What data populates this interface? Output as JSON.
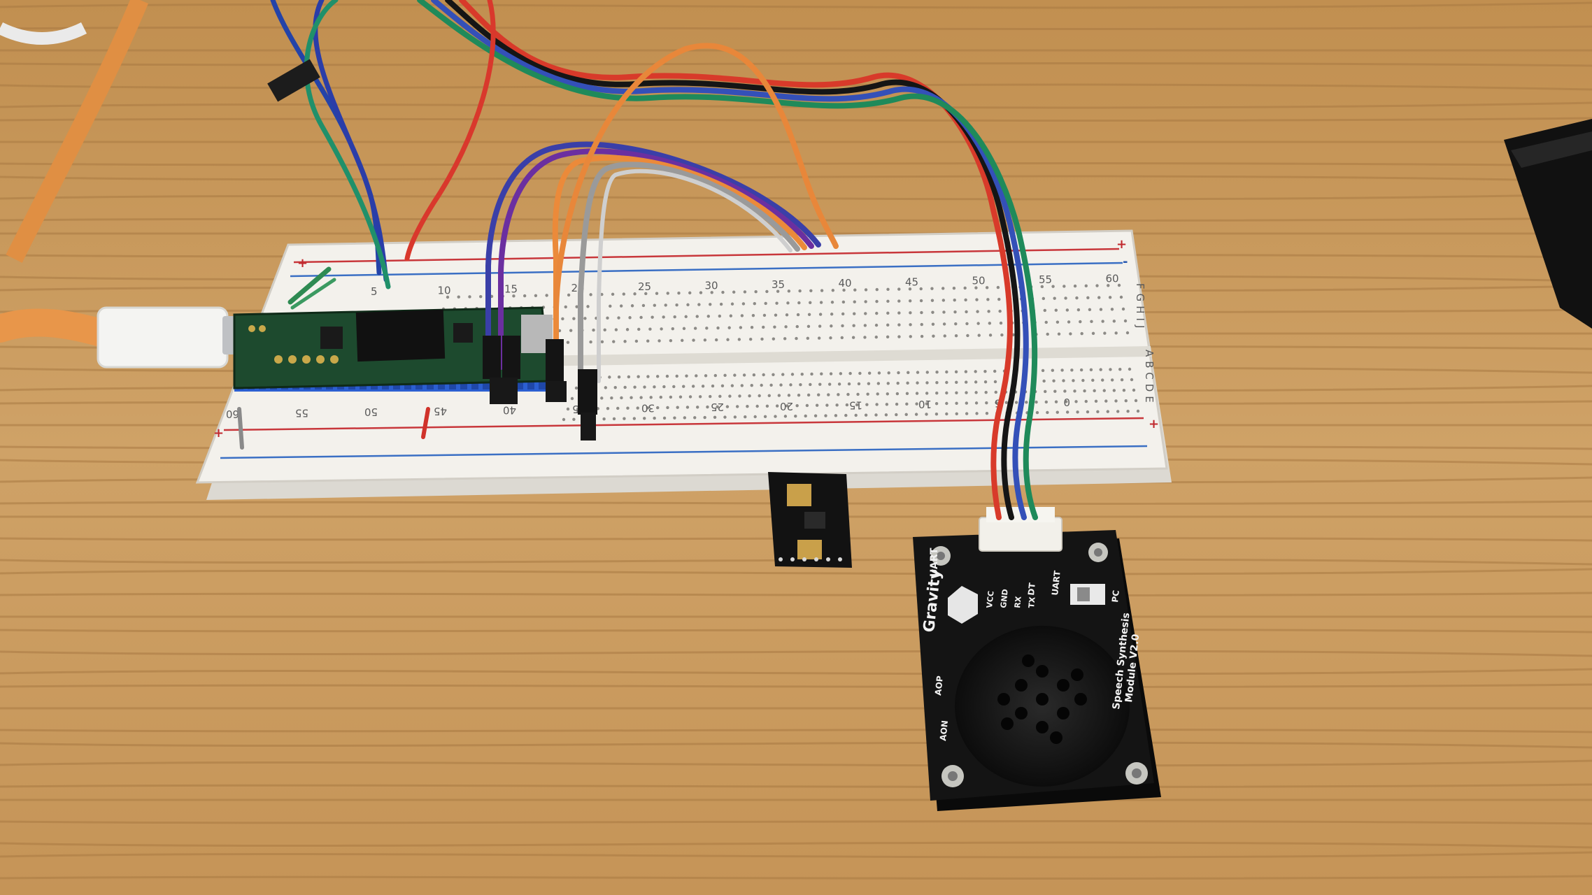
{
  "breadboard": {
    "top_numbers": [
      "5",
      "10",
      "15",
      "20",
      "25",
      "30",
      "35",
      "40",
      "45",
      "50",
      "55",
      "60"
    ],
    "bottom_numbers": [
      "60",
      "55",
      "50",
      "45",
      "40",
      "35",
      "30",
      "25",
      "20",
      "15",
      "10",
      "5",
      "0"
    ],
    "row_letters_top": "FGHIJ",
    "row_letters_bottom": "ABCDE",
    "plus": "+",
    "minus": "-"
  },
  "speech_module": {
    "brand": "Gravity",
    "uart_label": "UART",
    "pins": [
      "VCC",
      "GND",
      "RX",
      "TX"
    ],
    "switch_labels": [
      "DT",
      "PC"
    ],
    "switch_sub": "UART",
    "name_line1": "Speech Synthesis",
    "name_line2": "Module V2.0",
    "audio_labels": [
      "AOP",
      "AON"
    ]
  },
  "colors": {
    "wood": "#c89a5c",
    "pcb_green": "#1d4a2e",
    "module_black": "#141414",
    "breadboard": "#f3f1ec"
  }
}
